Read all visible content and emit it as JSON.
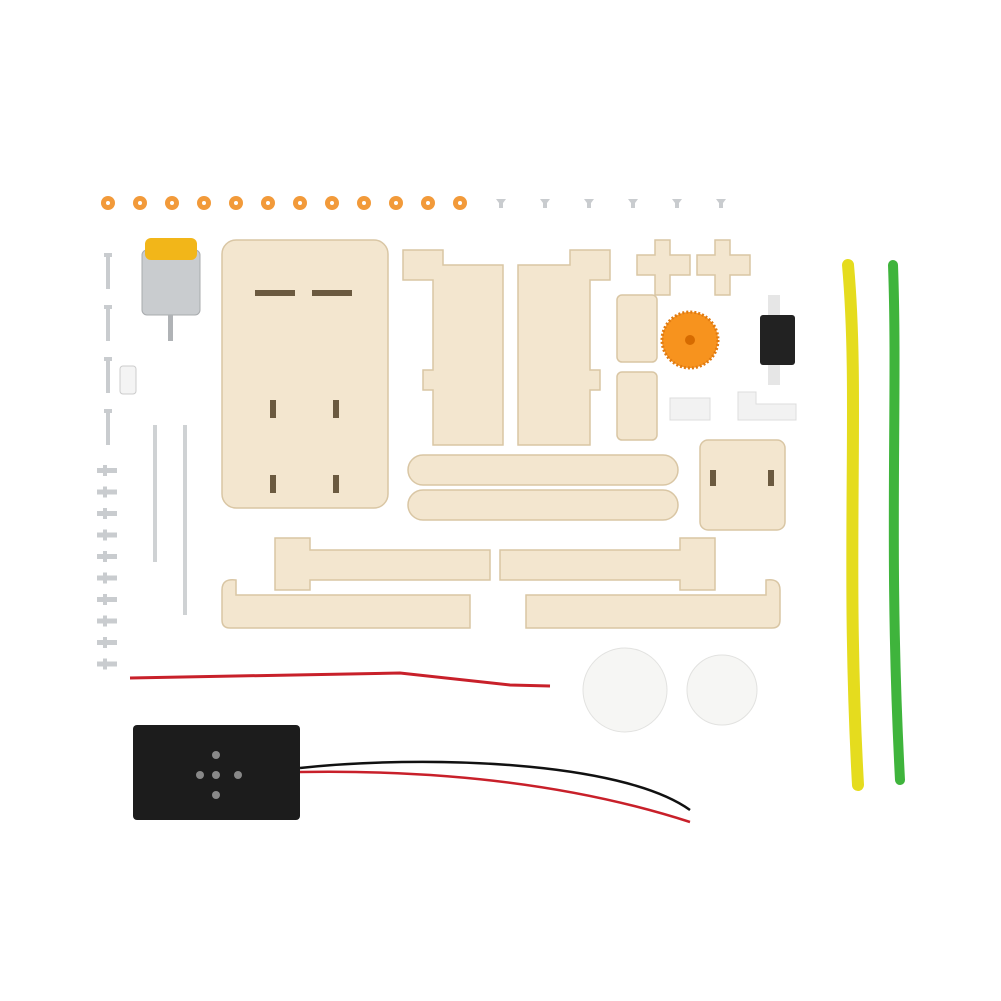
{
  "photo": {
    "background": "#ffffff",
    "colors": {
      "wood": "#f3e6cf",
      "wood_edge": "#d9c6a4",
      "washer": "#f29a3a",
      "gear": "#f7931e",
      "metal": "#c9cccf",
      "motor_cap": "#f2b619",
      "foam": "#f6f6f4",
      "battery_holder": "#1c1c1c",
      "wire_red": "#c8202a",
      "wire_black": "#111111",
      "pipe_yellow": "#e5dc1e",
      "pipe_green": "#3fb43c",
      "switch": "#222222",
      "plastic_white": "#f2f2f2"
    },
    "counts": {
      "washers": 12,
      "top_screws": 6,
      "long_screws": 4,
      "small_screws": 10
    }
  }
}
